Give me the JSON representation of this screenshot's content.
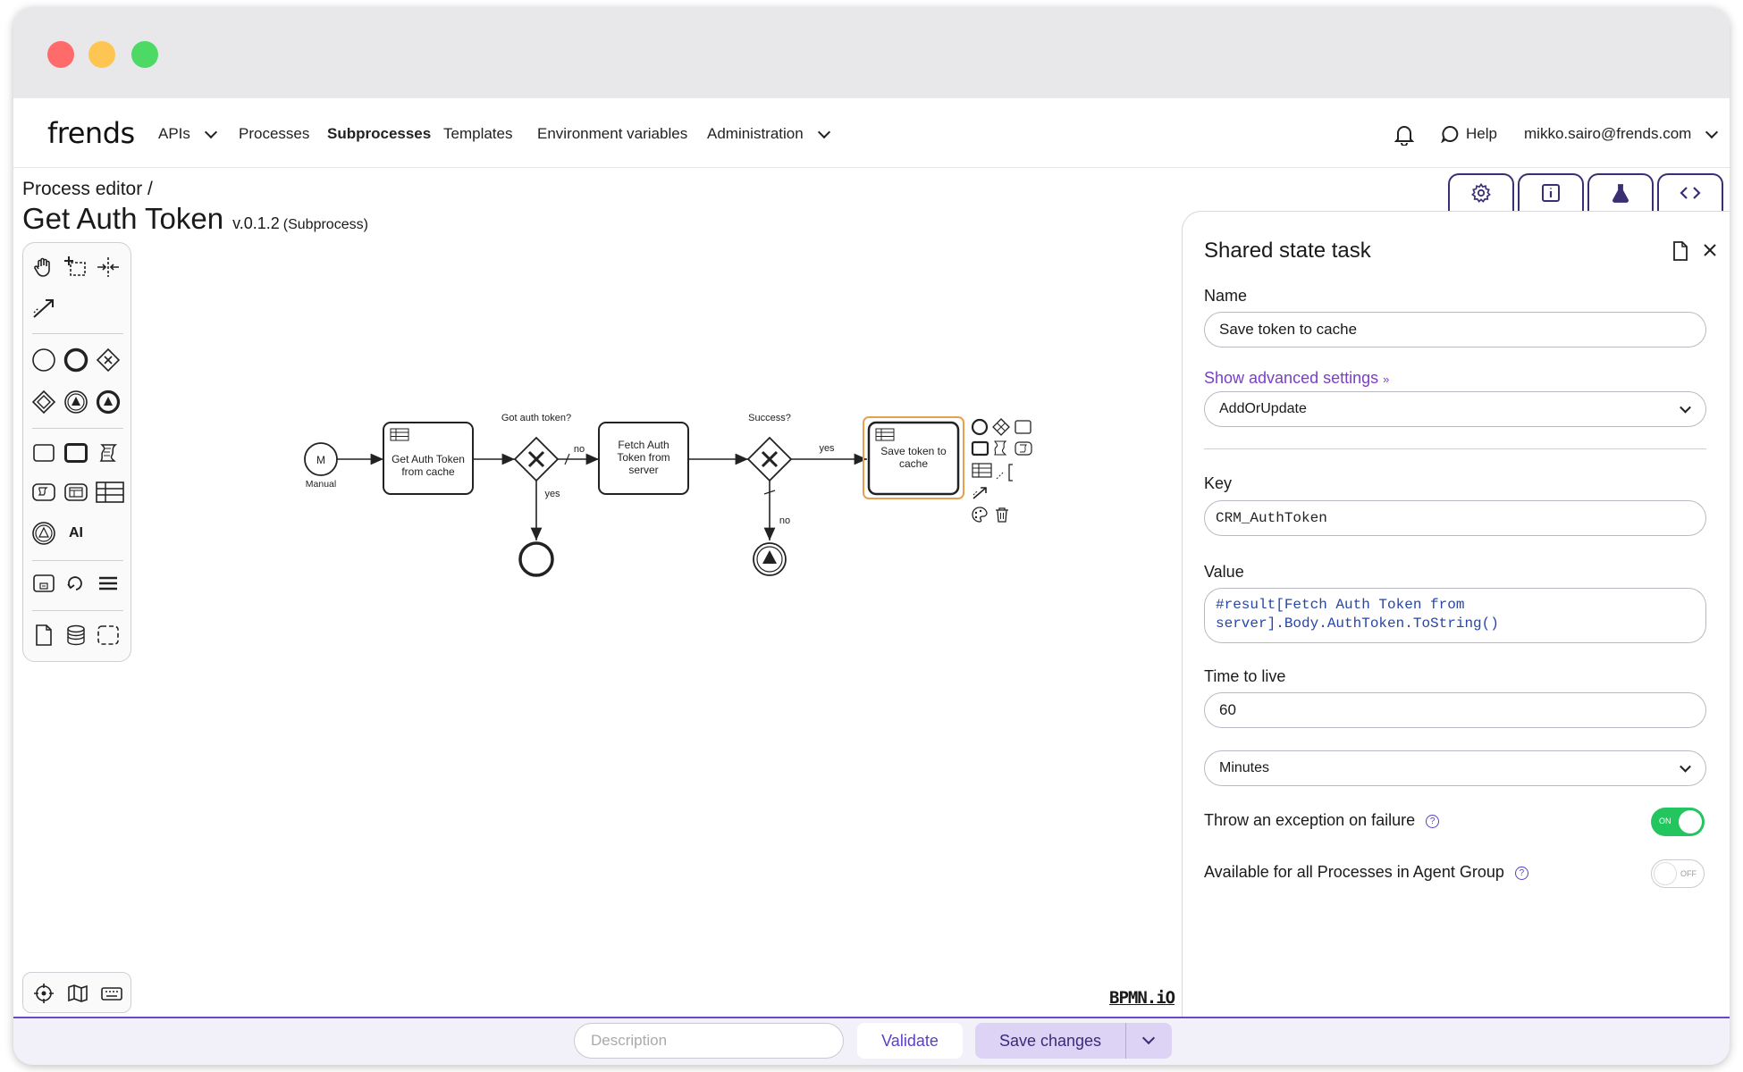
{
  "nav": {
    "logo": "frends",
    "items": [
      "APIs",
      "Processes",
      "Subprocesses",
      "Templates",
      "Environment variables",
      "Administration"
    ],
    "help": "Help",
    "user": "mikko.sairo@frends.com"
  },
  "header": {
    "breadcrumb": "Process editor /",
    "title": "Get Auth Token",
    "version": "v.0.1.2",
    "kind": "(Subprocess)"
  },
  "diagram": {
    "start_label": "M",
    "start_caption": "Manual",
    "task1": [
      "Get Auth Token",
      "from cache"
    ],
    "gw1_label": "Got auth token?",
    "gw1_no": "no",
    "gw1_yes": "yes",
    "task2": [
      "Fetch Auth",
      "Token from",
      "server"
    ],
    "gw2_label": "Success?",
    "gw2_yes": "yes",
    "gw2_no": "no",
    "task3": [
      "Save token to",
      "cache"
    ],
    "bpmnio": "BPMN.iO"
  },
  "panel": {
    "title": "Shared state task",
    "name_label": "Name",
    "name_value": "Save token to cache",
    "advanced_label": "Show advanced settings",
    "operation": "AddOrUpdate",
    "key_label": "Key",
    "key_value": "CRM_AuthToken",
    "value_label": "Value",
    "value_line1": "#result[Fetch Auth Token from",
    "value_line2": "server].Body.AuthToken.ToString()",
    "ttl_label": "Time to live",
    "ttl_value": "60",
    "ttl_unit": "Minutes",
    "throw_label": "Throw an exception on failure",
    "throw_state": "ON",
    "available_label": "Available for all Processes in Agent Group",
    "available_state": "OFF"
  },
  "footer": {
    "description_placeholder": "Description",
    "validate": "Validate",
    "save": "Save changes"
  },
  "palette": {
    "ai_label": "AI"
  },
  "colors": {
    "accent": "#5b3fc4",
    "toggle_on": "#22c55e",
    "selection": "#e8a050"
  }
}
